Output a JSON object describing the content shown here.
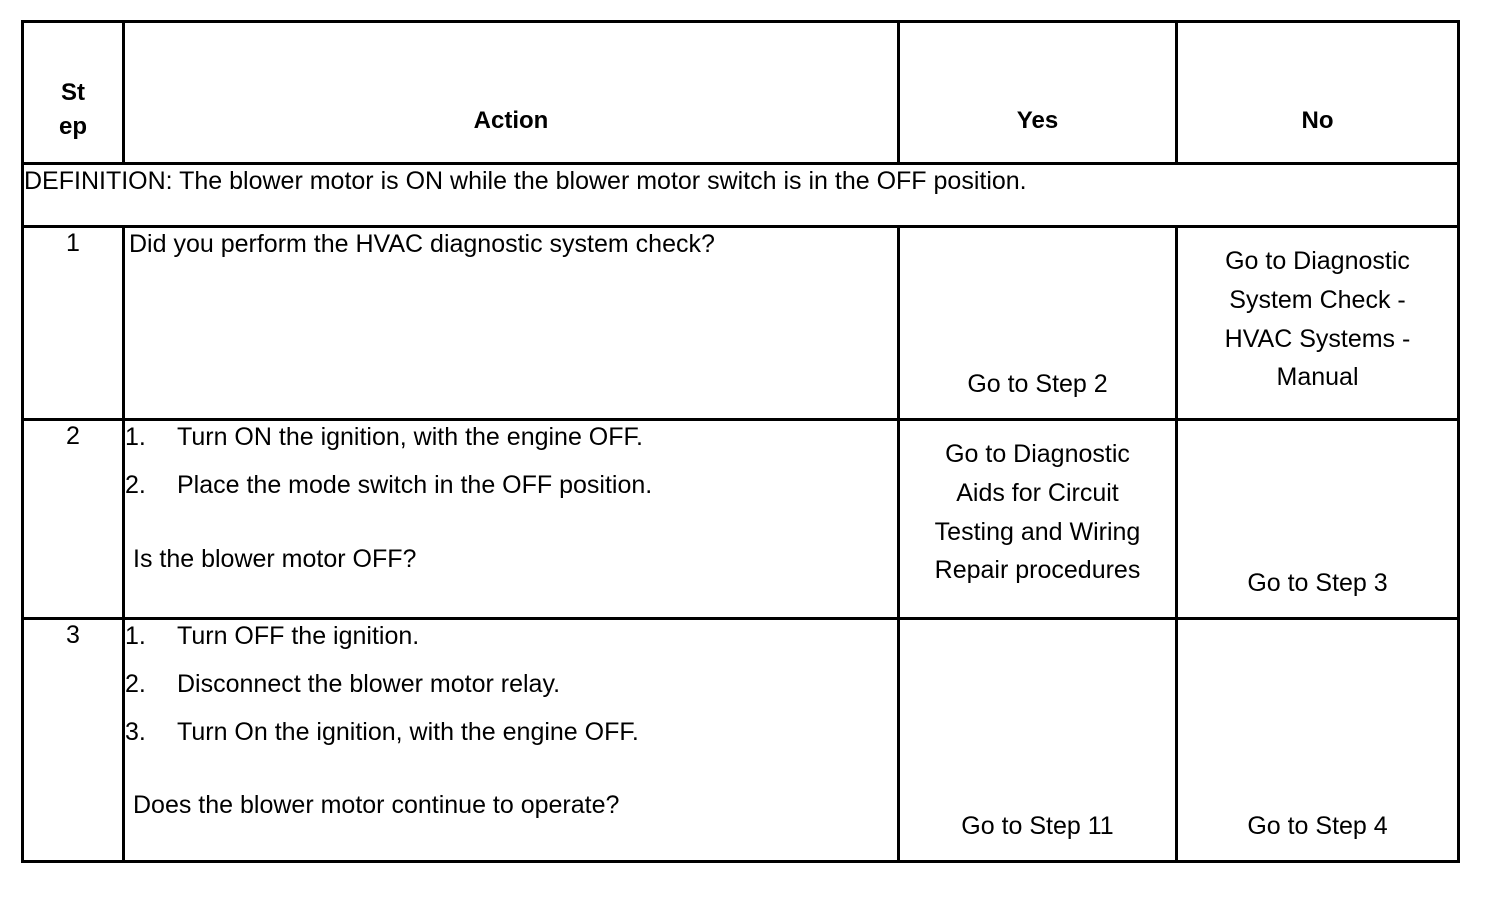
{
  "table": {
    "headers": {
      "step": "Step",
      "step_line1": "St",
      "step_line2": "ep",
      "action": "Action",
      "yes": "Yes",
      "no": "No"
    },
    "definition": "DEFINITION: The blower motor is ON while the blower motor switch is in the OFF position.",
    "rows": [
      {
        "step": "1",
        "action": {
          "intro": "Did you perform the HVAC diagnostic system check?",
          "items": [],
          "question": ""
        },
        "yes": {
          "lines": [
            "Go to Step 2"
          ],
          "align": "bottom"
        },
        "no": {
          "lines": [
            "Go to Diagnostic",
            "System Check -",
            "HVAC Systems -",
            "Manual"
          ],
          "align": "top"
        }
      },
      {
        "step": "2",
        "action": {
          "intro": "",
          "items": [
            {
              "marker": "1.",
              "text": "Turn ON the ignition, with the engine OFF."
            },
            {
              "marker": "2.",
              "text": "Place the mode switch in the OFF position."
            }
          ],
          "question": "Is the blower motor OFF?"
        },
        "yes": {
          "lines": [
            "Go to Diagnostic",
            "Aids for Circuit",
            "Testing and Wiring",
            "Repair procedures"
          ],
          "align": "top"
        },
        "no": {
          "lines": [
            "Go to Step 3"
          ],
          "align": "bottom"
        }
      },
      {
        "step": "3",
        "action": {
          "intro": "",
          "items": [
            {
              "marker": "1.",
              "text": "Turn OFF the ignition."
            },
            {
              "marker": "2.",
              "text": "Disconnect the blower motor relay."
            },
            {
              "marker": "3.",
              "text": "Turn On the ignition, with the engine OFF."
            }
          ],
          "question": "Does the blower motor continue to operate?"
        },
        "yes": {
          "lines": [
            "Go to Step 11"
          ],
          "align": "bottom"
        },
        "no": {
          "lines": [
            "Go to Step 4"
          ],
          "align": "bottom"
        }
      }
    ]
  },
  "colors": {
    "border": "#000000",
    "text": "#000000",
    "background": "#ffffff"
  }
}
